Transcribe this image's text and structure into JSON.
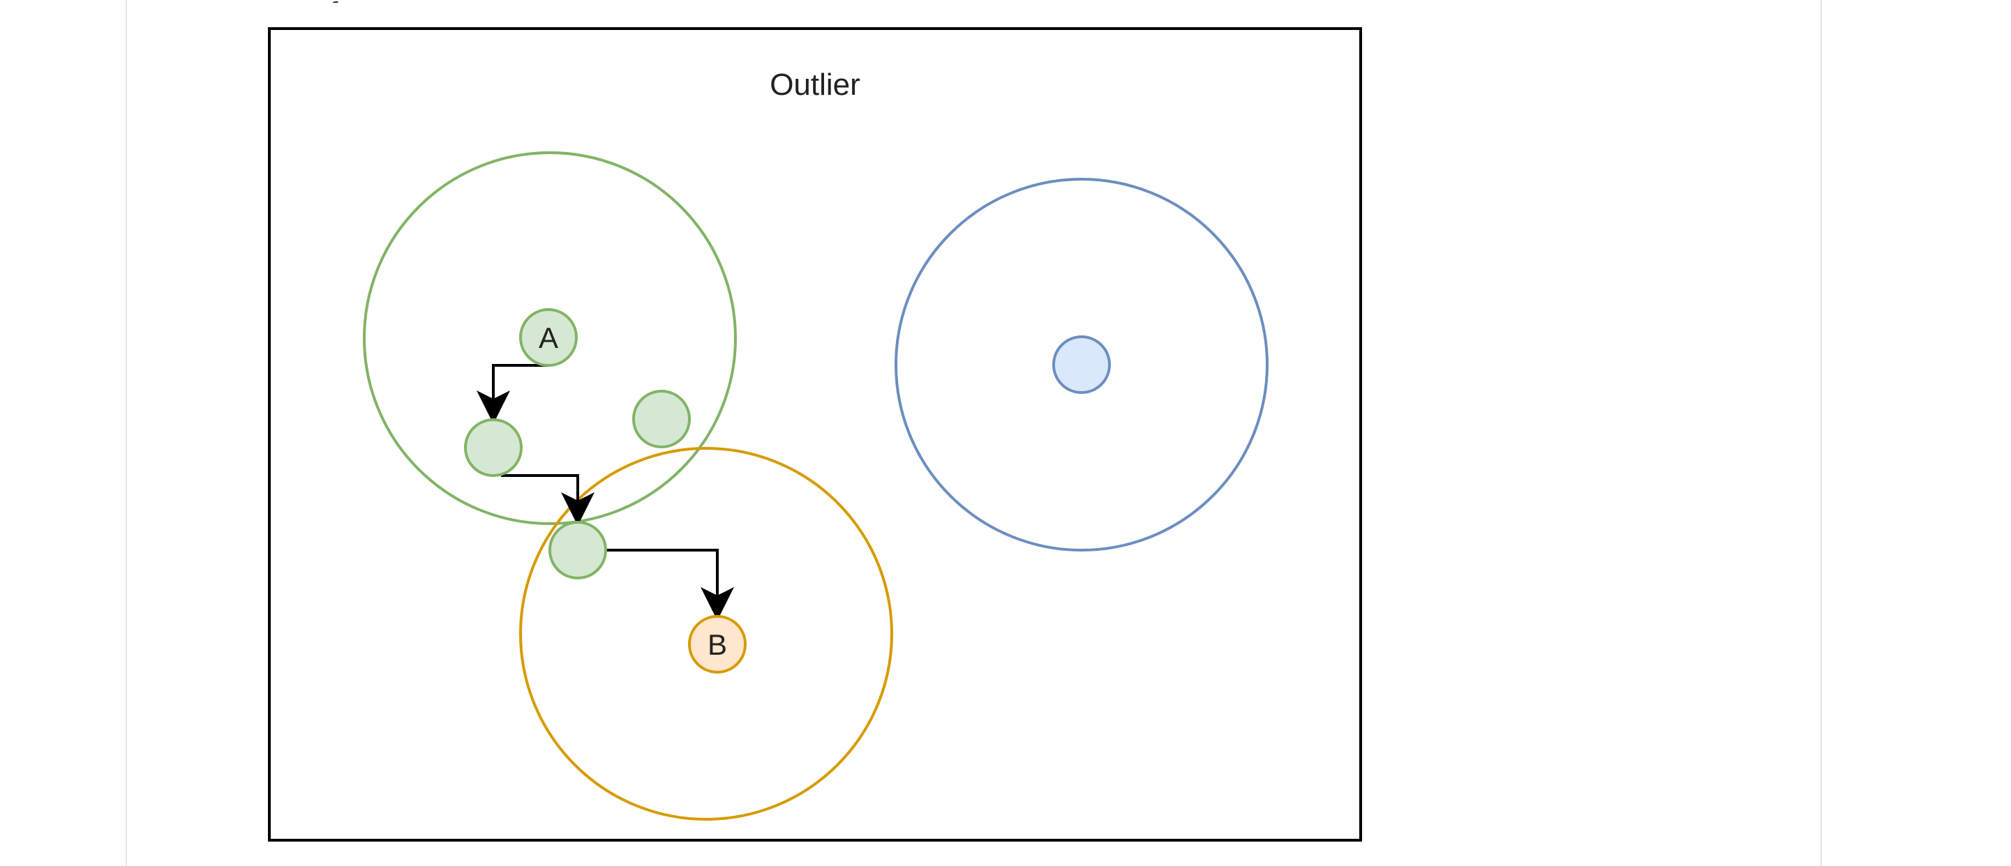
{
  "diagram": {
    "title": "Outlier",
    "node_a_label": "A",
    "node_b_label": "B",
    "colors": {
      "frame": "#000000",
      "green_stroke": "#82b366",
      "green_fill": "#d5e8d4",
      "orange_stroke": "#d79b00",
      "orange_fill": "#ffe6cc",
      "blue_stroke": "#6c8ebf",
      "blue_fill": "#dae8fc",
      "edge": "#000000"
    }
  }
}
